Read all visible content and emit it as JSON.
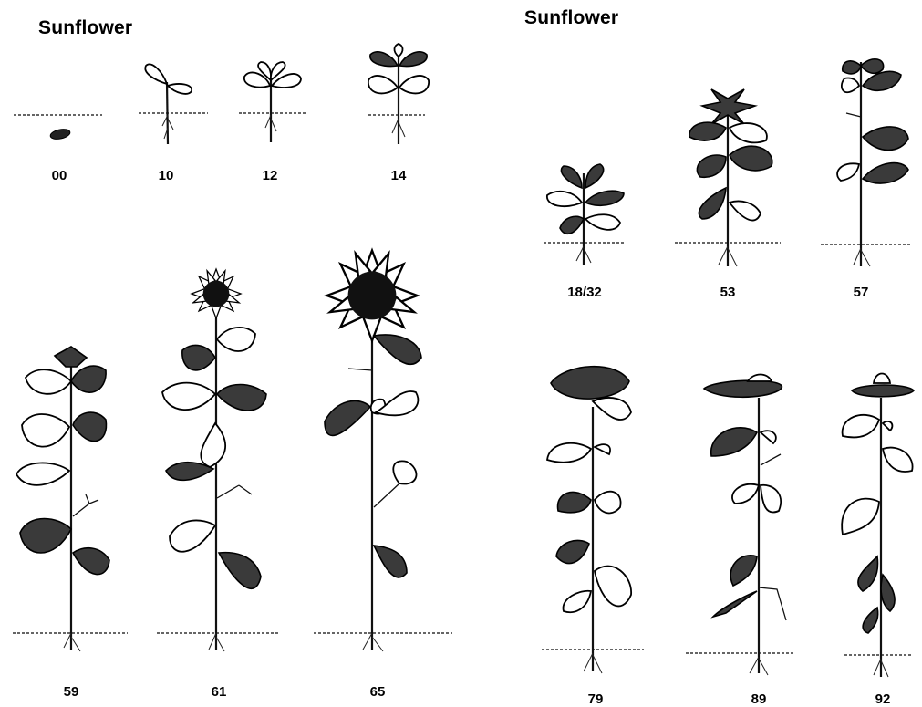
{
  "left_panel": {
    "title": "Sunflower",
    "stages": [
      "00",
      "10",
      "12",
      "14",
      "59",
      "61",
      "65"
    ]
  },
  "right_panel": {
    "title": "Sunflower",
    "stages": [
      "18/32",
      "53",
      "57",
      "79",
      "89",
      "92"
    ]
  }
}
